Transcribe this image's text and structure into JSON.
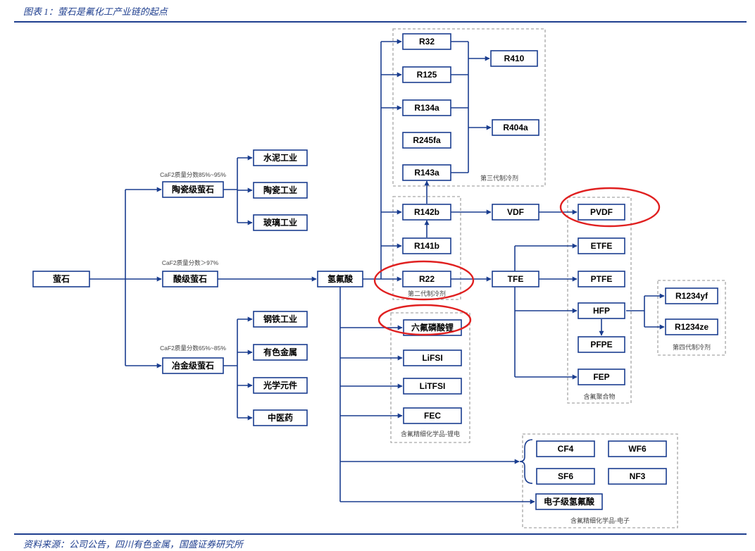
{
  "caption": "图表 1：萤石是氟化工产业链的起点",
  "source": "资料来源：公司公告，四川有色金属，国盛证券研究所",
  "nodes": {
    "fluorite": "萤石",
    "ceramic_fluorite": "陶瓷级萤石",
    "acid_fluorite": "酸级萤石",
    "metallurgical_fluorite": "冶金级萤石",
    "cement": "水泥工业",
    "ceramics": "陶瓷工业",
    "glass": "玻璃工业",
    "steel": "钢铁工业",
    "nonferrous": "有色金属",
    "optical": "光学元件",
    "medicine": "中医药",
    "hf": "氢氟酸",
    "r32": "R32",
    "r125": "R125",
    "r134a": "R134a",
    "r245fa": "R245fa",
    "r143a": "R143a",
    "r410": "R410",
    "r404a": "R404a",
    "r142b": "R142b",
    "r141b": "R141b",
    "r22": "R22",
    "vdf": "VDF",
    "pvdf": "PVDF",
    "tfe": "TFE",
    "etfe": "ETFE",
    "ptfe": "PTFE",
    "hfp": "HFP",
    "pfpe": "PFPE",
    "fep": "FEP",
    "r1234yf": "R1234yf",
    "r1234ze": "R1234ze",
    "lipf6": "六氟磷酸锂",
    "lifsi": "LiFSI",
    "litfsi": "LiTFSI",
    "fec": "FEC",
    "cf4": "CF4",
    "wf6": "WF6",
    "sf6": "SF6",
    "nf3": "NF3",
    "electronic_hf": "电子级氢氟酸"
  },
  "conditions": {
    "ceramic": "CaF2质量分数85%~95%",
    "acid": "CaF2质量分数＞97%",
    "metallurgical": "CaF2质量分数65%~85%"
  },
  "groups": {
    "third_gen": "第三代制冷剂",
    "second_gen": "第二代制冷剂",
    "polymers": "含氟聚合物",
    "fourth_gen": "第四代制冷剂",
    "lithium": "含氟精细化学品-锂电",
    "electronic": "含氟精细化学品-电子"
  },
  "colors": {
    "box_border": "#1a3d8f",
    "arrow": "#1a3d8f",
    "highlight": "#e02020",
    "caption": "#1f3f8f"
  }
}
